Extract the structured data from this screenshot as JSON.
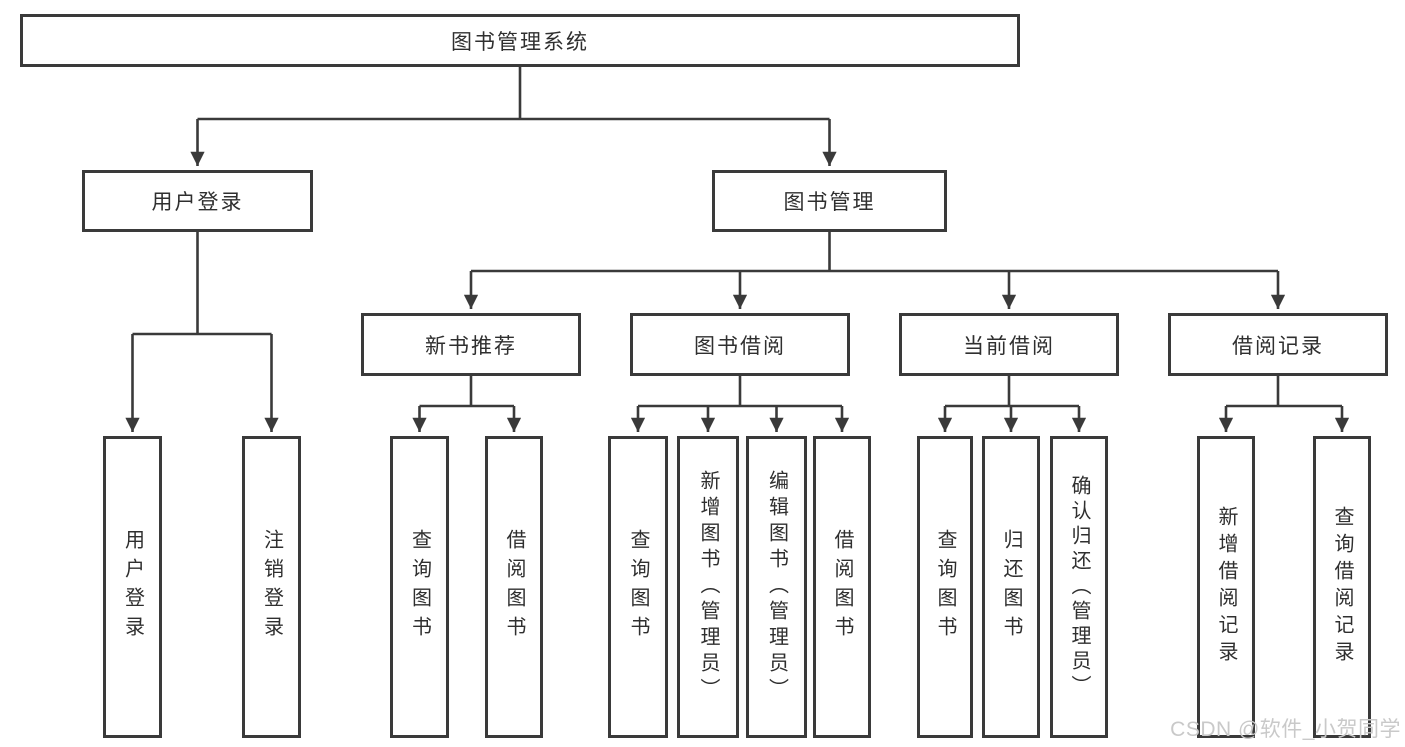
{
  "diagram": {
    "root": {
      "label": "图书管理系统"
    },
    "children": [
      {
        "label": "用户登录",
        "children": [
          {
            "label": "用户登录"
          },
          {
            "label": "注销登录"
          }
        ]
      },
      {
        "label": "图书管理",
        "children": [
          {
            "label": "新书推荐",
            "children": [
              {
                "label": "查询图书"
              },
              {
                "label": "借阅图书"
              }
            ]
          },
          {
            "label": "图书借阅",
            "children": [
              {
                "label": "查询图书"
              },
              {
                "label": "新增图书（管理员）"
              },
              {
                "label": "编辑图书（管理员）"
              },
              {
                "label": "借阅图书"
              }
            ]
          },
          {
            "label": "当前借阅",
            "children": [
              {
                "label": "查询图书"
              },
              {
                "label": "归还图书"
              },
              {
                "label": "确认归还（管理员）"
              }
            ]
          },
          {
            "label": "借阅记录",
            "children": [
              {
                "label": "新增借阅记录"
              },
              {
                "label": "查询借阅记录"
              }
            ]
          }
        ]
      }
    ]
  },
  "watermark": {
    "text": "CSDN @软件_小贺同学"
  },
  "colors": {
    "line": "#3a3a3a",
    "text": "#2f2f2f",
    "watermark": "#c9c9c9",
    "background": "#ffffff"
  }
}
